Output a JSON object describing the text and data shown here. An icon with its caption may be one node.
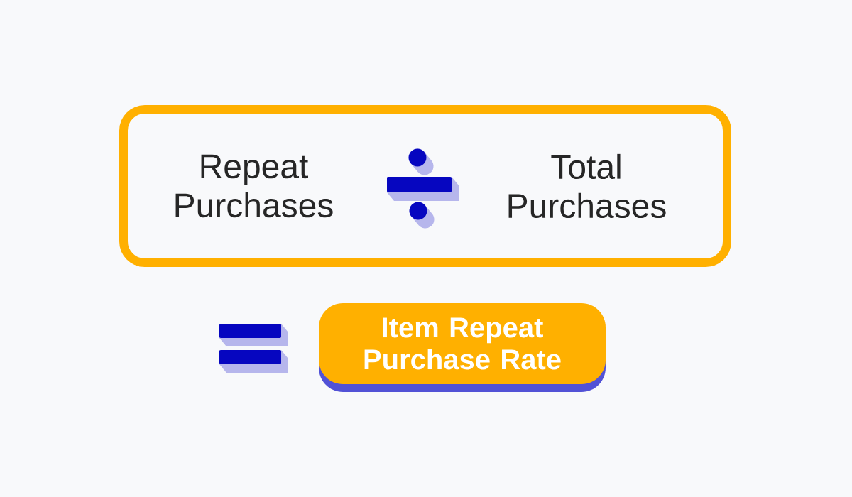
{
  "diagram": {
    "nodes": [
      {
        "text": [
          "Repeat Purchases",
          "Total Purchases"
        ]
      },
      {
        "text": [
          "Item Repeat Purchase Rate"
        ]
      }
    ]
  }
}
